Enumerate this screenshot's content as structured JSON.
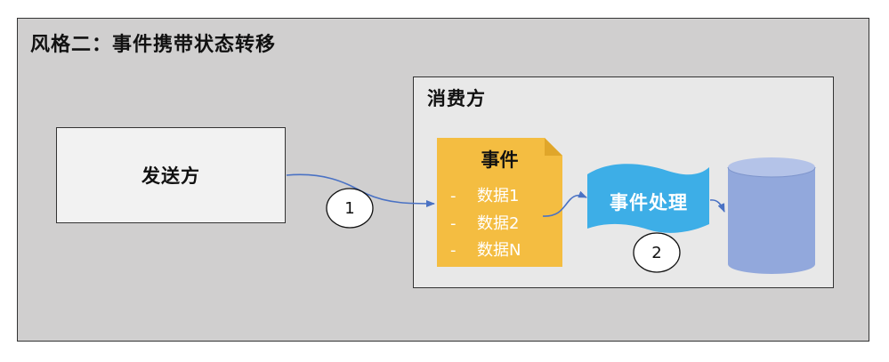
{
  "diagram": {
    "title": "风格二：事件携带状态转移",
    "sender": {
      "label": "发送方"
    },
    "consumer": {
      "label": "消费方"
    },
    "event_doc": {
      "title": "事件",
      "items": [
        "数据1",
        "数据2",
        "数据N"
      ],
      "bullet": "-"
    },
    "handler": {
      "label": "事件处理"
    },
    "steps": [
      "1",
      "2"
    ]
  },
  "colors": {
    "outer_bg": "#d0cfcf",
    "sender_bg": "#f2f2f2",
    "consumer_bg": "#e8e8e8",
    "event_doc": "#f4bd41",
    "handler": "#3daee7",
    "database": "#92a8dc",
    "arrow": "#4a72c4"
  }
}
